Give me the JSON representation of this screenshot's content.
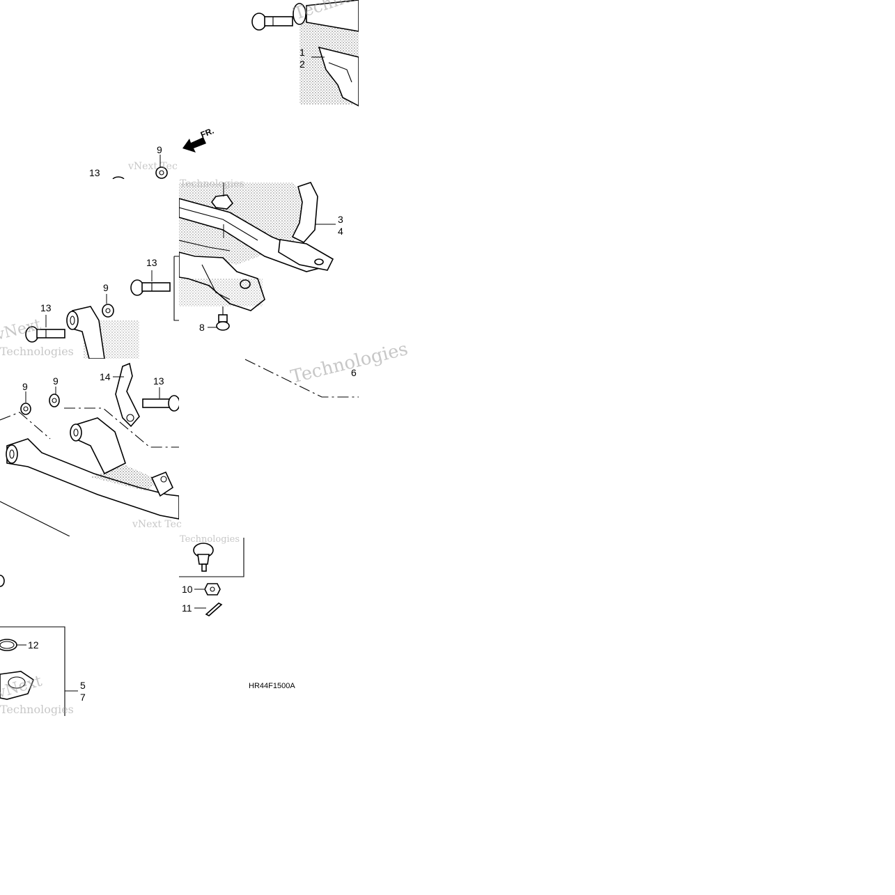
{
  "diagram": {
    "code": "HR44F1500A",
    "direction_arrow": "FR.",
    "watermark_line1": "vNext",
    "watermark_line2": "Technologies",
    "watermark_combined": "vNext Tec",
    "labels": {
      "p1": "1",
      "p2": "2",
      "p3": "3",
      "p4": "4",
      "p5": "5",
      "p6": "6",
      "p7": "7",
      "p8": "8",
      "p9": "9",
      "p10": "10",
      "p11": "11",
      "p12": "12",
      "p13": "13",
      "p14": "14"
    }
  }
}
